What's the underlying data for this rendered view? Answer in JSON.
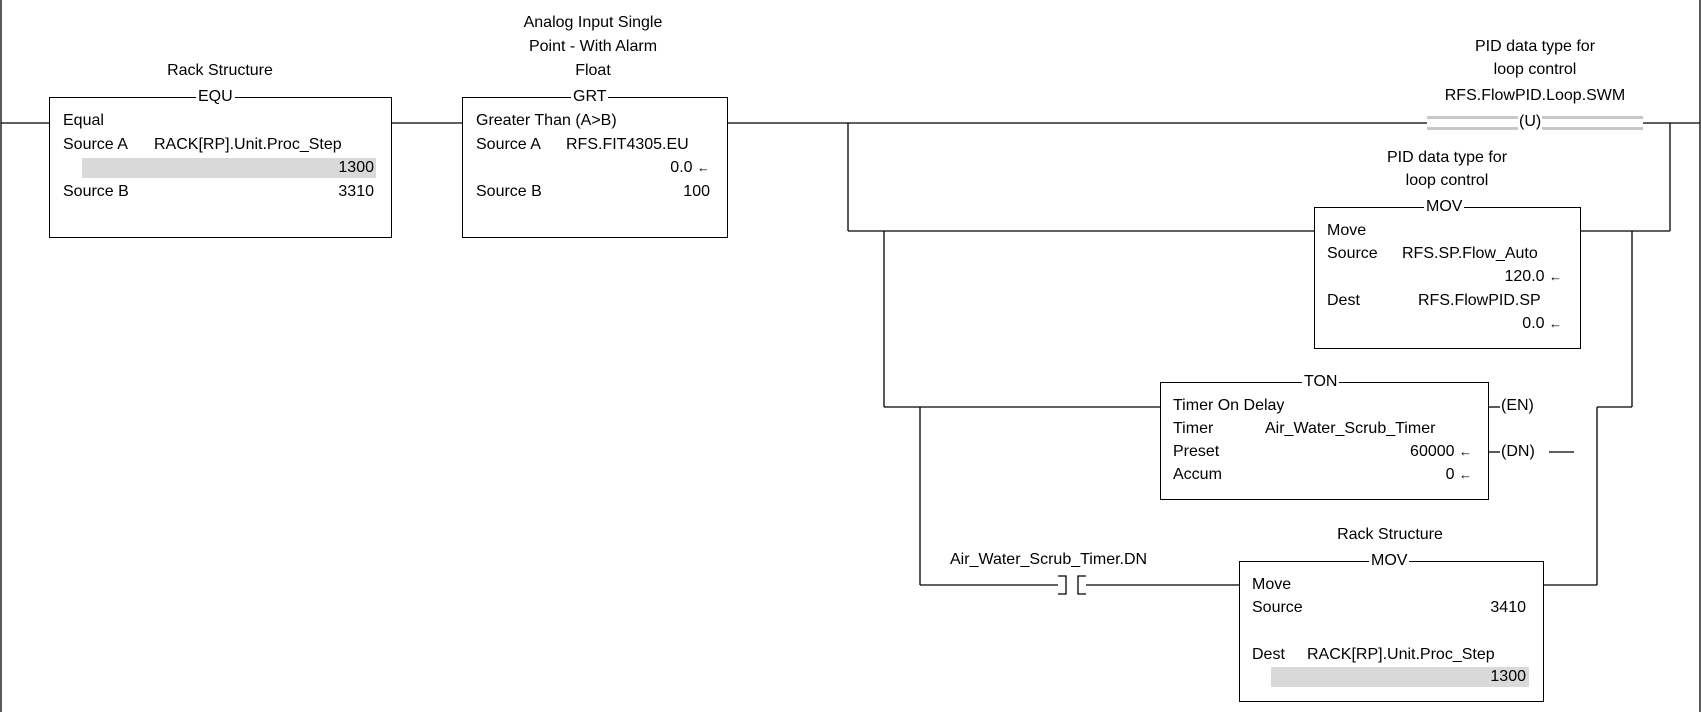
{
  "rails": {},
  "equ": {
    "description": "Rack Structure",
    "name": "EQU",
    "title": "Equal",
    "source_a_label": "Source A",
    "source_a_tag": "RACK[RP].Unit.Proc_Step",
    "source_a_value": "1300",
    "source_b_label": "Source B",
    "source_b_value": "3310"
  },
  "grt": {
    "description_line1": "Analog Input Single",
    "description_line2": "Point - With Alarm",
    "description_line3": "Float",
    "name": "GRT",
    "title": "Greater Than (A>B)",
    "source_a_label": "Source A",
    "source_a_tag": "RFS.FIT4305.EU",
    "source_a_value": "0.0",
    "source_b_label": "Source B",
    "source_b_value": "100"
  },
  "coil_u": {
    "description_line1": "PID data type for",
    "description_line2": "loop control",
    "tag": "RFS.FlowPID.Loop.SWM",
    "symbol": "(U)"
  },
  "mov1": {
    "description_line1": "PID data type for",
    "description_line2": "loop control",
    "name": "MOV",
    "title": "Move",
    "source_label": "Source",
    "source_tag": "RFS.SP.Flow_Auto",
    "source_value": "120.0",
    "dest_label": "Dest",
    "dest_tag": "RFS.FlowPID.SP",
    "dest_value": "0.0"
  },
  "ton": {
    "name": "TON",
    "title": "Timer On Delay",
    "timer_label": "Timer",
    "timer_tag": "Air_Water_Scrub_Timer",
    "preset_label": "Preset",
    "preset_value": "60000",
    "accum_label": "Accum",
    "accum_value": "0",
    "en_label": "(EN)",
    "dn_label": "(DN)"
  },
  "xic": {
    "tag": "Air_Water_Scrub_Timer.DN",
    "symbol": "] ["
  },
  "mov2": {
    "description": "Rack Structure",
    "name": "MOV",
    "title": "Move",
    "source_label": "Source",
    "source_value": "3410",
    "dest_label": "Dest",
    "dest_tag": "RACK[RP].Unit.Proc_Step",
    "dest_value": "1300"
  },
  "icons": {
    "value_arrow": "arrow-left-icon"
  }
}
